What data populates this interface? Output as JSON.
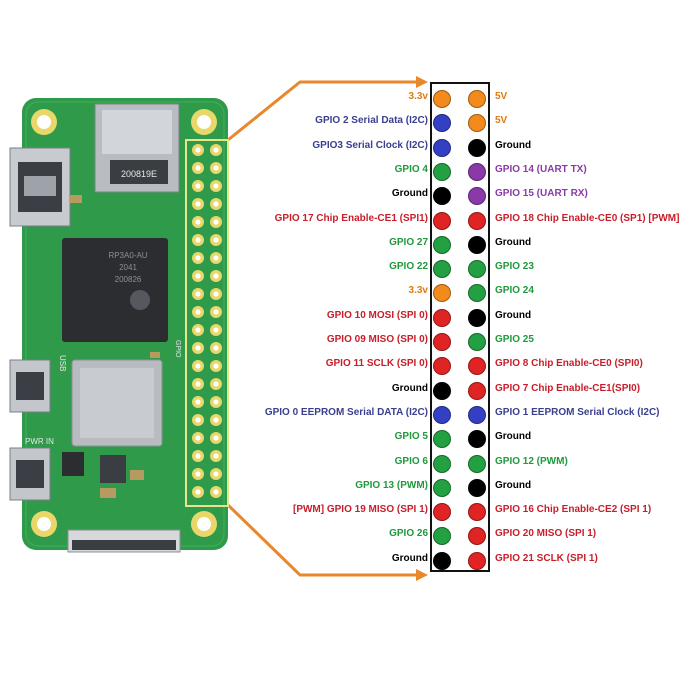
{
  "colors": {
    "power": "#f28a1c",
    "i2c": "#3340c4",
    "ground": "#000000",
    "gpio": "#22a042",
    "uart": "#8a3aa8",
    "spi": "#e02323",
    "arrow": "#e8872b",
    "pcb": "#2f9a4a",
    "label_power": "#e07a12",
    "label_i2c": "#3a3f8f",
    "label_ground": "#000000",
    "label_gpio": "#1f9a3c",
    "label_uart": "#8a3aa8",
    "label_spi": "#c81e2a"
  },
  "board": {
    "sd_slot_text": "200819E",
    "chip_text": [
      "RP3A0-AU",
      "2041",
      "200826"
    ],
    "usb_label": "USB",
    "pwr_label": "PWR IN",
    "gpio_label": "GPIO"
  },
  "pins": [
    {
      "left": {
        "label": "3.3v",
        "type": "power"
      },
      "right": {
        "label": "5V",
        "type": "power"
      }
    },
    {
      "left": {
        "label": "GPIO 2 Serial Data (I2C)",
        "type": "i2c"
      },
      "right": {
        "label": "5V",
        "type": "power"
      }
    },
    {
      "left": {
        "label": "GPIO3 Serial Clock (I2C)",
        "type": "i2c"
      },
      "right": {
        "label": "Ground",
        "type": "ground"
      }
    },
    {
      "left": {
        "label": "GPIO 4",
        "type": "gpio"
      },
      "right": {
        "label": "GPIO 14 (UART TX)",
        "type": "uart"
      }
    },
    {
      "left": {
        "label": "Ground",
        "type": "ground"
      },
      "right": {
        "label": "GPIO 15 (UART RX)",
        "type": "uart"
      }
    },
    {
      "left": {
        "label": "GPIO 17 Chip Enable-CE1 (SPI1)",
        "type": "spi"
      },
      "right": {
        "label": "GPIO 18 Chip Enable-CE0 (SP1) [PWM]",
        "type": "spi"
      }
    },
    {
      "left": {
        "label": "GPIO 27",
        "type": "gpio"
      },
      "right": {
        "label": "Ground",
        "type": "ground"
      }
    },
    {
      "left": {
        "label": "GPIO 22",
        "type": "gpio"
      },
      "right": {
        "label": "GPIO 23",
        "type": "gpio"
      }
    },
    {
      "left": {
        "label": "3.3v",
        "type": "power"
      },
      "right": {
        "label": "GPIO 24",
        "type": "gpio"
      }
    },
    {
      "left": {
        "label": "GPIO 10 MOSI (SPI 0)",
        "type": "spi"
      },
      "right": {
        "label": "Ground",
        "type": "ground"
      }
    },
    {
      "left": {
        "label": "GPIO 09 MISO (SPI 0)",
        "type": "spi"
      },
      "right": {
        "label": "GPIO 25",
        "type": "gpio"
      }
    },
    {
      "left": {
        "label": "GPIO 11 SCLK (SPI 0)",
        "type": "spi"
      },
      "right": {
        "label": "GPIO 8 Chip Enable-CE0 (SPI0)",
        "type": "spi"
      }
    },
    {
      "left": {
        "label": "Ground",
        "type": "ground"
      },
      "right": {
        "label": "GPIO 7 Chip Enable-CE1(SPI0)",
        "type": "spi"
      }
    },
    {
      "left": {
        "label": "GPIO 0 EEPROM Serial DATA (I2C)",
        "type": "i2c"
      },
      "right": {
        "label": "GPIO 1 EEPROM Serial Clock (I2C)",
        "type": "i2c"
      }
    },
    {
      "left": {
        "label": "GPIO 5",
        "type": "gpio"
      },
      "right": {
        "label": "Ground",
        "type": "ground"
      }
    },
    {
      "left": {
        "label": "GPIO 6",
        "type": "gpio"
      },
      "right": {
        "label": "GPIO 12 (PWM)",
        "type": "gpio"
      }
    },
    {
      "left": {
        "label": "GPIO 13 (PWM)",
        "type": "gpio"
      },
      "right": {
        "label": "Ground",
        "type": "ground"
      }
    },
    {
      "left": {
        "label": "[PWM] GPIO 19 MISO (SPI 1)",
        "type": "spi"
      },
      "right": {
        "label": "GPIO 16 Chip Enable-CE2 (SPI 1)",
        "type": "spi"
      }
    },
    {
      "left": {
        "label": "GPIO 26",
        "type": "gpio"
      },
      "right": {
        "label": "GPIO 20 MISO (SPI 1)",
        "type": "spi"
      }
    },
    {
      "left": {
        "label": "Ground",
        "type": "ground"
      },
      "right": {
        "label": "GPIO 21 SCLK (SPI 1)",
        "type": "spi"
      }
    }
  ]
}
